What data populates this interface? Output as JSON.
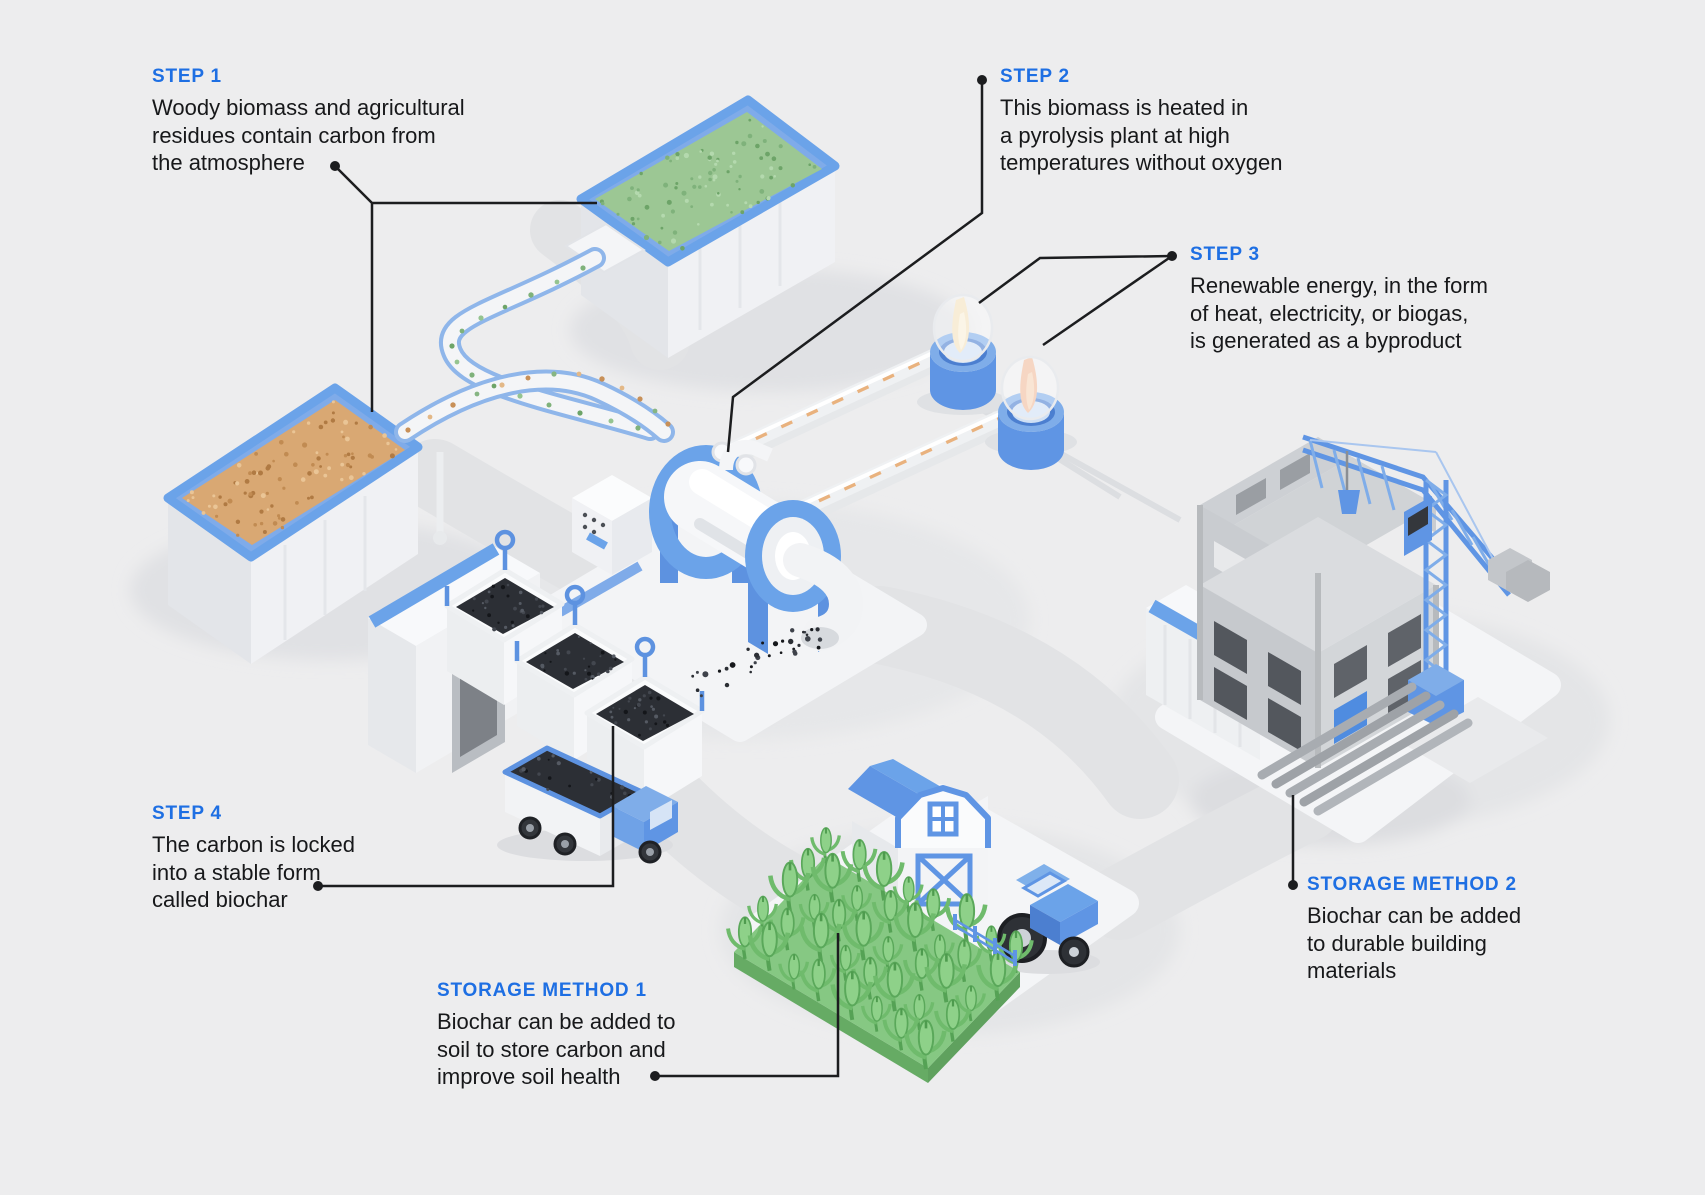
{
  "background_color": "#ededee",
  "accent_color": "#1e6fe3",
  "text_color": "#17181a",
  "leader_line_color": "#1c1d1f",
  "annotations": [
    {
      "id": "step-1",
      "label": "STEP 1",
      "text": "Woody biomass and agricultural\nresidues contain carbon from\nthe atmosphere"
    },
    {
      "id": "step-2",
      "label": "STEP 2",
      "text": "This biomass is heated in\na pyrolysis plant at high\ntemperatures without oxygen"
    },
    {
      "id": "step-3",
      "label": "STEP 3",
      "text": "Renewable energy, in the form\nof heat, electricity, or biogas,\nis generated as a byproduct"
    },
    {
      "id": "step-4",
      "label": "STEP 4",
      "text": "The carbon is locked\ninto a stable form\ncalled biochar"
    },
    {
      "id": "storage-method-1",
      "label": "STORAGE METHOD 1",
      "text": "Biochar can be added to\nsoil to store carbon and\nimprove soil health"
    },
    {
      "id": "storage-method-2",
      "label": "STORAGE METHOD 2",
      "text": "Biochar can be added\nto durable building\nmaterials"
    }
  ],
  "scene": {
    "palette": {
      "illustration_blue": "#6ba3e9",
      "illustration_blue_dark": "#5f95e4",
      "biomass_green": "#9cc794",
      "crop_green": "#86c883",
      "wood_tan": "#d9a873",
      "biochar_black": "#2c2f35",
      "concrete_gray": "#c6c9cd",
      "platform_white": "#f4f5f7",
      "ground_gray": "#e2e3e5",
      "flame_cream": "#f3e2bd",
      "flame_orange": "#f0bb9c"
    }
  }
}
